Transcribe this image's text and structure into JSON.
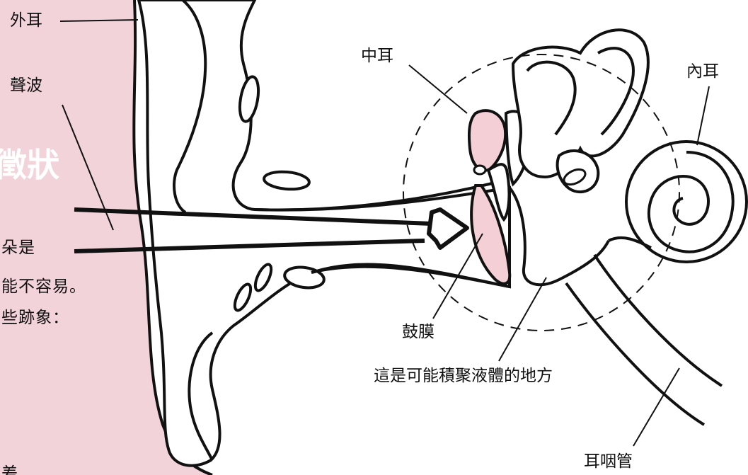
{
  "colors": {
    "background_panel": "#f3d3da",
    "eardrum_fill": "#f4cfd6",
    "ossicle_highlight": "#f4cfd6",
    "outline": "#111111",
    "white": "#ffffff"
  },
  "background_text": {
    "heading_fragment": "徵狀",
    "line1": "朵是",
    "line2": "能不容易。",
    "line3": "些跡象：",
    "line4": "差"
  },
  "labels": {
    "outer_ear": "外耳",
    "sound_wave": "聲波",
    "middle_ear": "中耳",
    "inner_ear": "內耳",
    "eardrum": "鼓膜",
    "fluid_area": "這是可能積聚液體的地方",
    "eustachian_tube": "耳咽管"
  }
}
